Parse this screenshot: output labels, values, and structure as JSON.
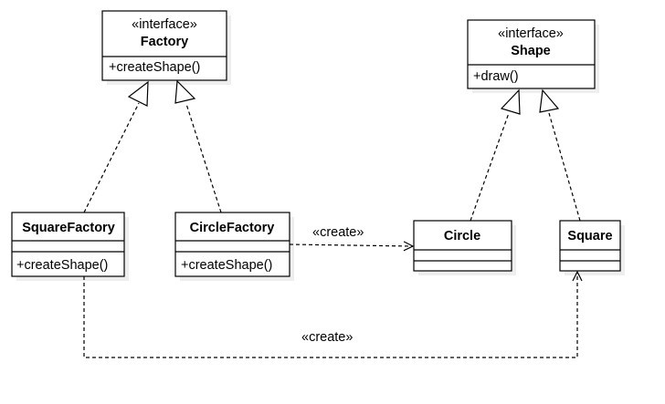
{
  "classes": {
    "factory": {
      "stereotype": "«interface»",
      "name": "Factory",
      "method": "+createShape()"
    },
    "shape": {
      "stereotype": "«interface»",
      "name": "Shape",
      "method": "+draw()"
    },
    "square_factory": {
      "name": "SquareFactory",
      "method": "+createShape()"
    },
    "circle_factory": {
      "name": "CircleFactory",
      "method": "+createShape()"
    },
    "circle": {
      "name": "Circle"
    },
    "square": {
      "name": "Square"
    }
  },
  "relations": {
    "create_circle_label": "«create»",
    "create_square_label": "«create»"
  },
  "colors": {
    "stroke": "#000000",
    "shadow": "#eeeeee",
    "fill": "#ffffff"
  }
}
